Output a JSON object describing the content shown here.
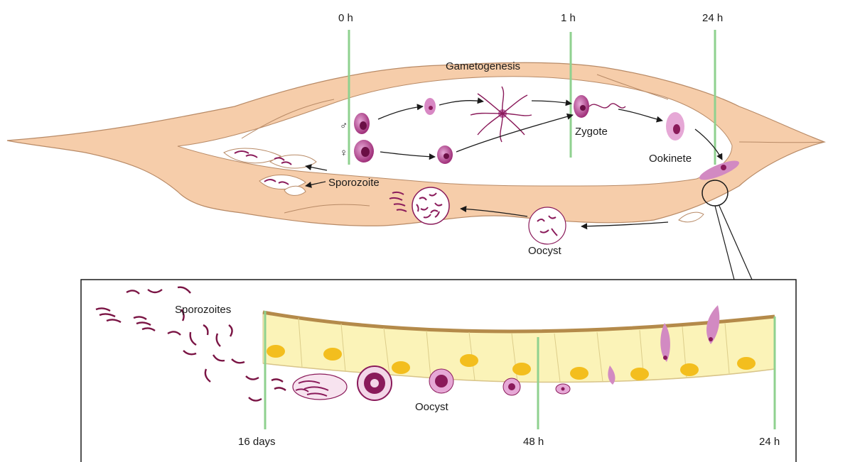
{
  "labels": {
    "time_0h": "0 h",
    "time_1h": "1 h",
    "time_24h_top": "24 h",
    "gametogenesis": "Gametogenesis",
    "male_symbol": "♂",
    "female_symbol": "♀",
    "zygote": "Zygote",
    "ookinete": "Ookinete",
    "sporozoite": "Sporozoite",
    "oocyst_top": "Oocyst",
    "sporozoites": "Sporozoites",
    "oocyst_inset": "Oocyst",
    "time_16days": "16 days",
    "time_48h": "48 h",
    "time_24h_inset": "24 h"
  },
  "colors": {
    "tissue": "#f6cdaa",
    "tissue_outline": "#b88a66",
    "timeline": "#8fd18f",
    "parasite": "#8a1a5a",
    "parasite_light": "#c06aa8",
    "epithelium": "#fbf3b8",
    "nucleus": "#f3be1e",
    "membrane": "#b48a4a"
  }
}
